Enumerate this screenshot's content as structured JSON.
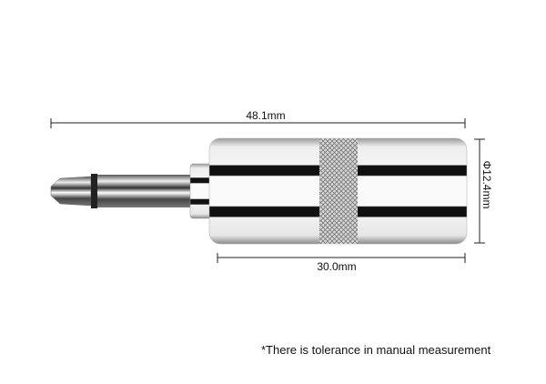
{
  "dimensions": {
    "total_length": "48.1mm",
    "body_length": "30.0mm",
    "diameter": "Φ12.4mm"
  },
  "note": "*There is tolerance in manual measurement"
}
